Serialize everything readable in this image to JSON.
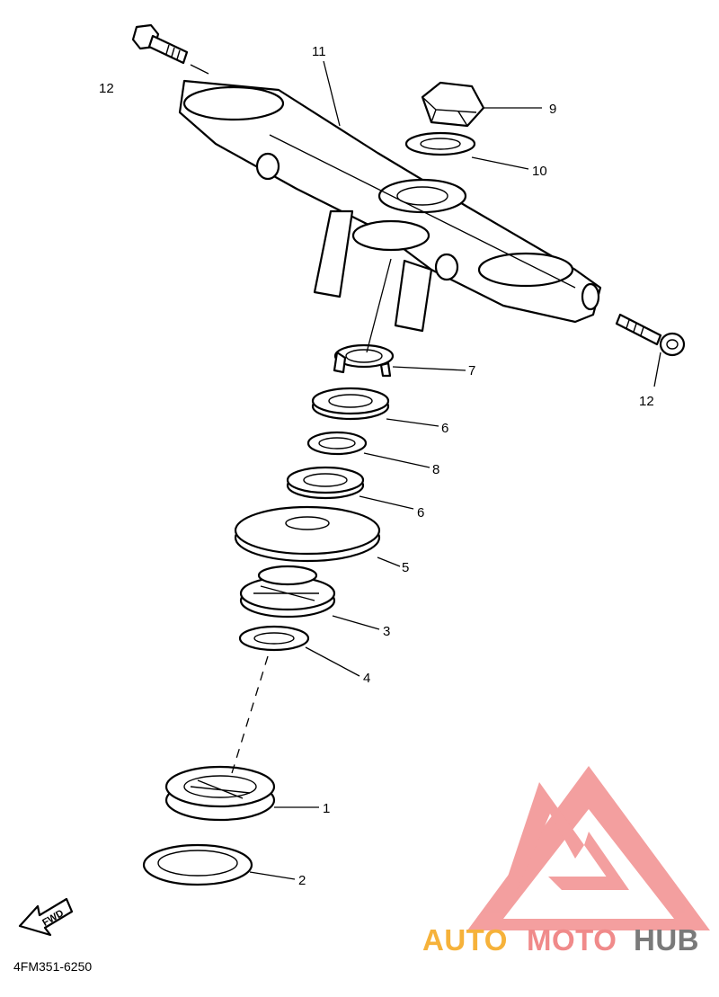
{
  "diagram": {
    "part_labels": {
      "p1": "1",
      "p2": "2",
      "p3": "3",
      "p4": "4",
      "p5": "5",
      "p6a": "6",
      "p6b": "6",
      "p7": "7",
      "p8": "8",
      "p9": "9",
      "p10": "10",
      "p11": "11",
      "p12a": "12",
      "p12b": "12"
    },
    "fwd_label": "FWD",
    "diagram_code": "4FM351-6250"
  },
  "watermark": {
    "text_parts": [
      "AUTO",
      "MOTO",
      "HUB"
    ],
    "colors": {
      "logo": "#f07f7f",
      "auto": "#f6b23a",
      "moto": "#f08a8a",
      "hub": "#7a7a7a"
    }
  }
}
